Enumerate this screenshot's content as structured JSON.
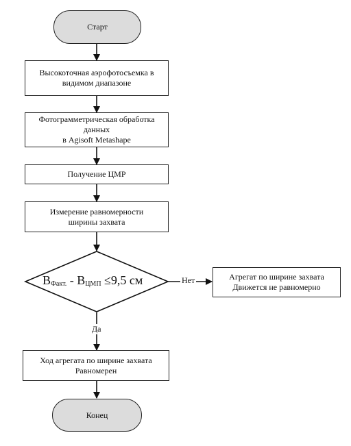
{
  "flowchart": {
    "start": "Старт",
    "step1": [
      "Высокоточная аэрофотосъемка в",
      "видимом диапазоне"
    ],
    "step2": [
      "Фотограмметрическая обработка",
      "данных",
      "в Agisoft Metashape"
    ],
    "step3": "Получение ЦМР",
    "step4": [
      "Измерение равномерности",
      "ширины захвата"
    ],
    "decision": {
      "b1": "B",
      "sub1": "Факт.",
      "middle": " - B",
      "sub2": "ЦМП",
      "rhs": " ≤9,5 см"
    },
    "no_label": "Нет",
    "yes_label": "Да",
    "no_result": [
      "Агрегат по ширине захвата",
      "Движется не равномерно"
    ],
    "yes_result": [
      "Ход агрегата по ширине захвата",
      "Равномерен"
    ],
    "end": "Конец"
  }
}
